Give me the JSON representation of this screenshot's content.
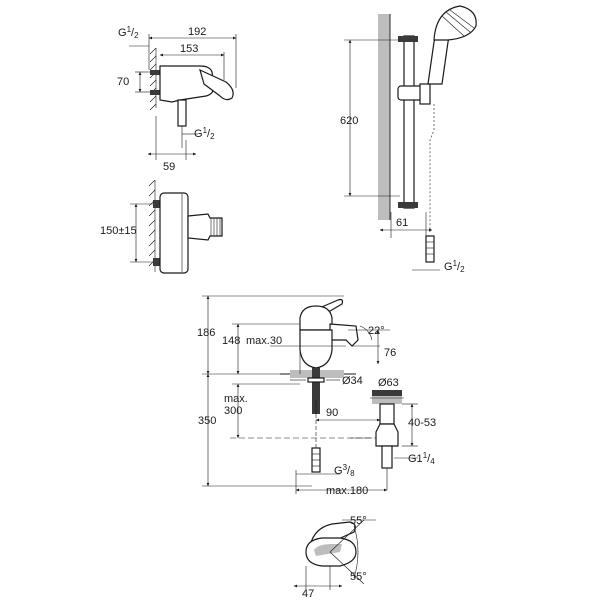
{
  "shower_mixer": {
    "dims": {
      "thread_in": {
        "base": "G",
        "sup": "1",
        "sub": "2"
      },
      "width_total": "192",
      "width_body": "153",
      "height_inlet": "70",
      "thread_out": {
        "base": "G",
        "sup": "1",
        "sub": "2"
      },
      "depth_wall": "59",
      "centres": "150±15"
    }
  },
  "shower_rail": {
    "dims": {
      "rail_height": "620",
      "rail_depth": "61",
      "thread_hose": {
        "base": "G",
        "sup": "1",
        "sub": "2"
      }
    }
  },
  "basin_mixer": {
    "dims": {
      "height_total": "186",
      "height_spout": "148",
      "max_30": "max.30",
      "angle_spout": "22°",
      "reach": "76",
      "hole_dia": "Ø34",
      "max_300_a": "max.",
      "max_300_b": "300",
      "height_350": "350",
      "waste_dia": "Ø63",
      "hose_90": "90",
      "waste_range": "40-53",
      "thread_supply": {
        "base": "G",
        "sup": "3",
        "sub": "8"
      },
      "thread_waste": {
        "base": "G1",
        "sup": "1",
        "sub": "4"
      },
      "max_180": "max.180",
      "swing_top": "55°",
      "swing_bottom": "55°",
      "lever_47": "47"
    }
  }
}
